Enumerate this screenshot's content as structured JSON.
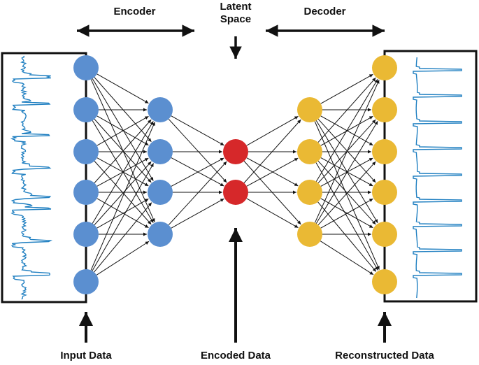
{
  "labels": {
    "encoder": "Encoder",
    "latent_line1": "Latent",
    "latent_line2": "Space",
    "decoder": "Decoder",
    "input_data": "Input Data",
    "encoded_data": "Encoded Data",
    "reconstructed_data": "Reconstructed Data"
  },
  "network": {
    "layer_sizes": [
      6,
      4,
      2,
      4,
      6
    ],
    "layer_colors": [
      "#5b8fd0",
      "#5b8fd0",
      "#d6282a",
      "#eab934",
      "#eab934"
    ]
  },
  "colors": {
    "signal": "#1f7fc1",
    "arrow": "#111111",
    "frame": "#111111"
  }
}
